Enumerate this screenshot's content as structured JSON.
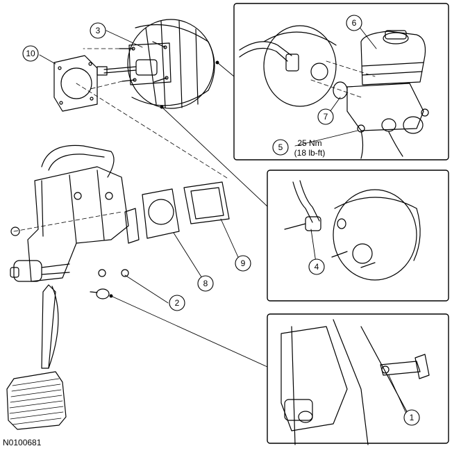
{
  "figure_id": "N0100681",
  "callouts": [
    {
      "num": "1"
    },
    {
      "num": "2"
    },
    {
      "num": "3"
    },
    {
      "num": "4"
    },
    {
      "num": "5"
    },
    {
      "num": "6"
    },
    {
      "num": "7"
    },
    {
      "num": "8"
    },
    {
      "num": "9"
    },
    {
      "num": "10"
    }
  ],
  "torque_spec": {
    "line1": "25 Nm",
    "line2": "(18 lb-ft)"
  }
}
